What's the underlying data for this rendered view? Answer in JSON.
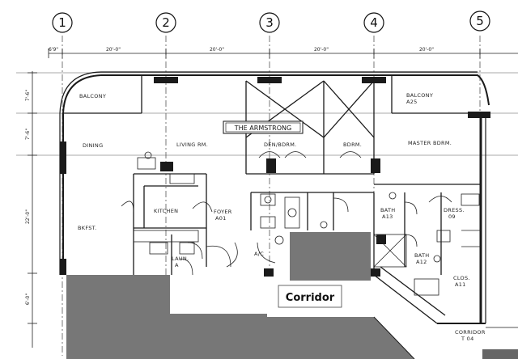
{
  "grid_bubbles": [
    "1",
    "2",
    "3",
    "4",
    "5"
  ],
  "dimensions": {
    "top": [
      "6'9\"",
      "20'-0\"",
      "20'-0\"",
      "20'-0\"",
      "20'-0\""
    ],
    "left": [
      "7'-6\"",
      "7'-6\"",
      "22'-0\"",
      "6'-0\""
    ]
  },
  "title_box": "THE ARMSTRONG",
  "rooms": {
    "balcony_left": "BALCONY",
    "balcony_right": "BALCONY",
    "balcony_right_code": "A25",
    "dining": "DINING",
    "living": "LIVING RM.",
    "den": "DEN/BDRM.",
    "bedroom": "BDRM.",
    "master": "MASTER BDRM.",
    "kitchen": "KITCHEN",
    "foyer": "FOYER",
    "foyer_code": "A01",
    "bath_a": "BATH",
    "bath_a_code": "A13",
    "dress": "DRESS.",
    "dress_code": "09",
    "bkfst": "BKFST.",
    "laun": "LAUN.",
    "laun_code": "A",
    "ac": "A/C",
    "bath_b": "BATH",
    "bath_b_code": "A12",
    "clos": "CLOS.",
    "clos_code": "A11",
    "corridor_small": "CORRIDOR",
    "corridor_code": "T 04"
  },
  "corridor_callout": "Corridor",
  "colors": {
    "masked_area": "#777777",
    "line": "#1a1a1a",
    "paper": "#ffffff"
  }
}
